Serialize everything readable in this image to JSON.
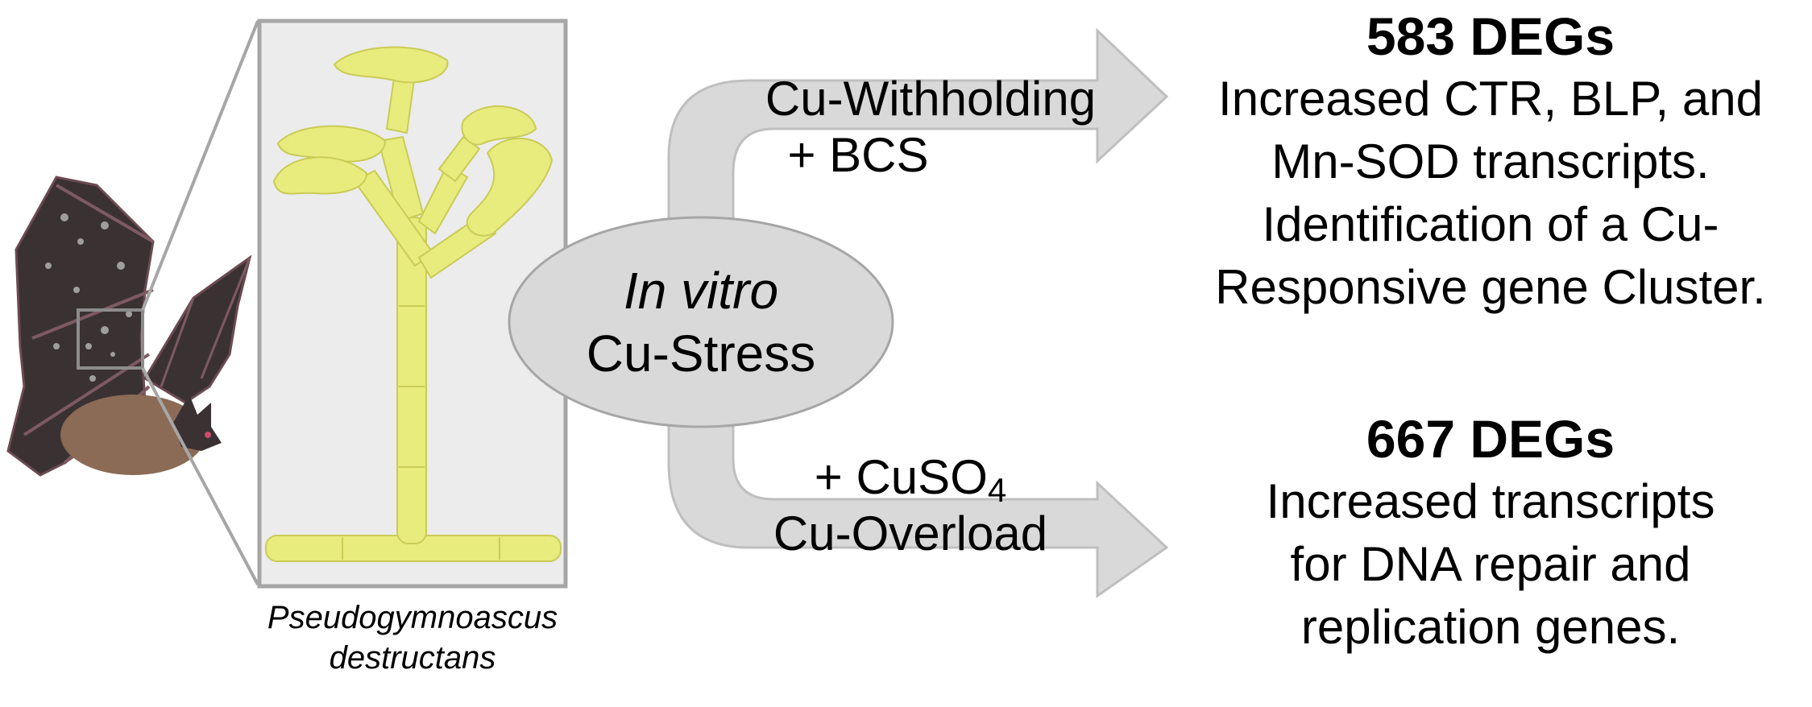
{
  "organism": {
    "genus": "Pseudogymnoascus",
    "species": "destructans"
  },
  "center": {
    "line1": "In vitro",
    "line2": "Cu-Stress"
  },
  "branches": [
    {
      "label_line1": "Cu-Withholding",
      "label_line2": "+ BCS",
      "deg_count": "583 DEGs",
      "result_lines": [
        "Increased CTR, BLP, and",
        "Mn-SOD transcripts.",
        "Identification of a Cu-",
        "Responsive gene Cluster."
      ]
    },
    {
      "label_line1_prefix": "+ CuSO",
      "label_line1_sub": "4",
      "label_line2": "Cu-Overload",
      "deg_count": "667 DEGs",
      "result_lines": [
        "Increased transcripts",
        "for DNA repair and",
        "replication genes."
      ]
    }
  ],
  "colors": {
    "arrow_fill": "#d9d9d9",
    "arrow_stroke": "#bfbfbf",
    "ellipse_fill": "#d9d9d9",
    "ellipse_stroke": "#a6a6a6",
    "panel_fill": "#ececec",
    "panel_border": "#a6a6a6",
    "hyphae": "#e8ec7d",
    "hyphae_outline": "#c9cc55",
    "bat_wing": "#3a3133",
    "bat_body": "#8b6b55"
  }
}
